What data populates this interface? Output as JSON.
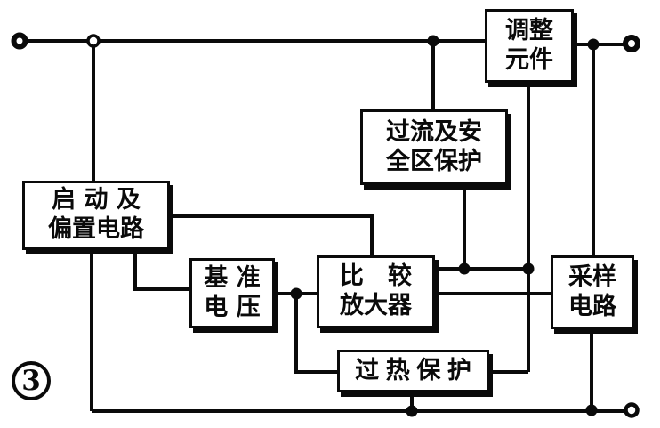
{
  "colors": {
    "ink": "#0a0a0a",
    "paper": "#ffffff"
  },
  "figure": {
    "label": "3"
  },
  "blocks": {
    "adjust_element": {
      "lines": [
        "调整",
        "元件"
      ]
    },
    "overcurrent_protection": {
      "lines": [
        "过流及安",
        "全区保护"
      ]
    },
    "startup_bias": {
      "lines": [
        "启 动 及",
        "偏置电路"
      ]
    },
    "reference_voltage": {
      "lines": [
        "基 准",
        "电 压"
      ]
    },
    "comparison_amplifier": {
      "lines": [
        "比　较",
        "放大器"
      ]
    },
    "sampling_circuit": {
      "lines": [
        "采样",
        "电路"
      ]
    },
    "thermal_protection": {
      "lines": [
        "过热保护"
      ]
    }
  },
  "icons": {
    "terminal_top_left": "input-terminal",
    "terminal_top_tap": "open-junction",
    "terminal_top_right": "output-terminal",
    "terminal_bottom_right": "output-terminal"
  }
}
